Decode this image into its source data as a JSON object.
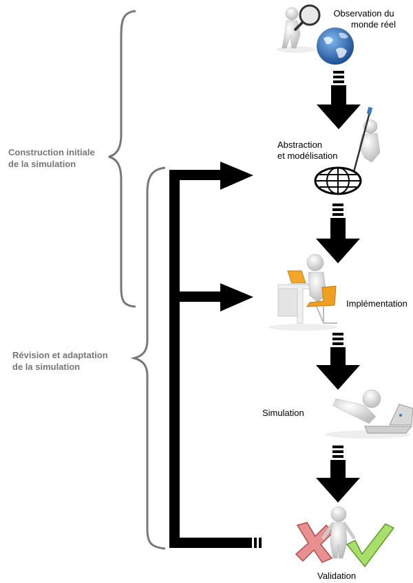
{
  "groups": {
    "construction": {
      "line1": "Construction initiale",
      "line2": "de la simulation"
    },
    "revision": {
      "line1": "Révision et adaptation",
      "line2": "de la simulation"
    }
  },
  "steps": {
    "observation": {
      "line1": "Observation du",
      "line2": "monde réel"
    },
    "abstraction": {
      "line1": "Abstraction",
      "line2": "et modélisation"
    },
    "implementation": {
      "label": "Implémentation"
    },
    "simulation": {
      "label": "Simulation"
    },
    "validation": {
      "label": "Validation"
    }
  },
  "colors": {
    "brace": "#777777",
    "group_text": "#777777",
    "arrow": "#000000",
    "globe": "#2f6fb8",
    "chair": "#f0a020",
    "cross": "#e07070",
    "check": "#9fd85a"
  }
}
